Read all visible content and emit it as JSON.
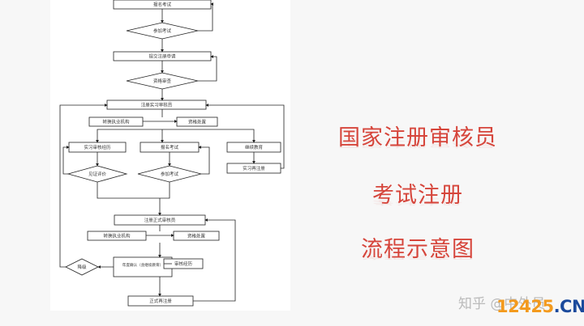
{
  "flowchart": {
    "nodes": {
      "n1": "报名考试",
      "n2": "参加考试",
      "n3": "提交注册申请",
      "n4": "资格审查",
      "n5": "注册实习审核员",
      "n6": "转换执业机构",
      "n7": "资格处置",
      "n8": "实习审核经历",
      "n9": "报名考试",
      "n10": "继续教育",
      "n11": "实习再注册",
      "n12": "见证评价",
      "n13": "参加考试",
      "n14": "注册正式审核员",
      "n15": "转换执业机构",
      "n16": "资格处置",
      "n17": "年度确认（含继续教育）",
      "n18": "审核经历",
      "n19": "降级",
      "n20": "正式再注册"
    }
  },
  "title": {
    "line1": "国家注册审核员",
    "line2": "考试注册",
    "line3": "流程示意图"
  },
  "watermark": "知乎 @中外员",
  "site_logo": {
    "num": "12425",
    "suffix": ".CN"
  }
}
